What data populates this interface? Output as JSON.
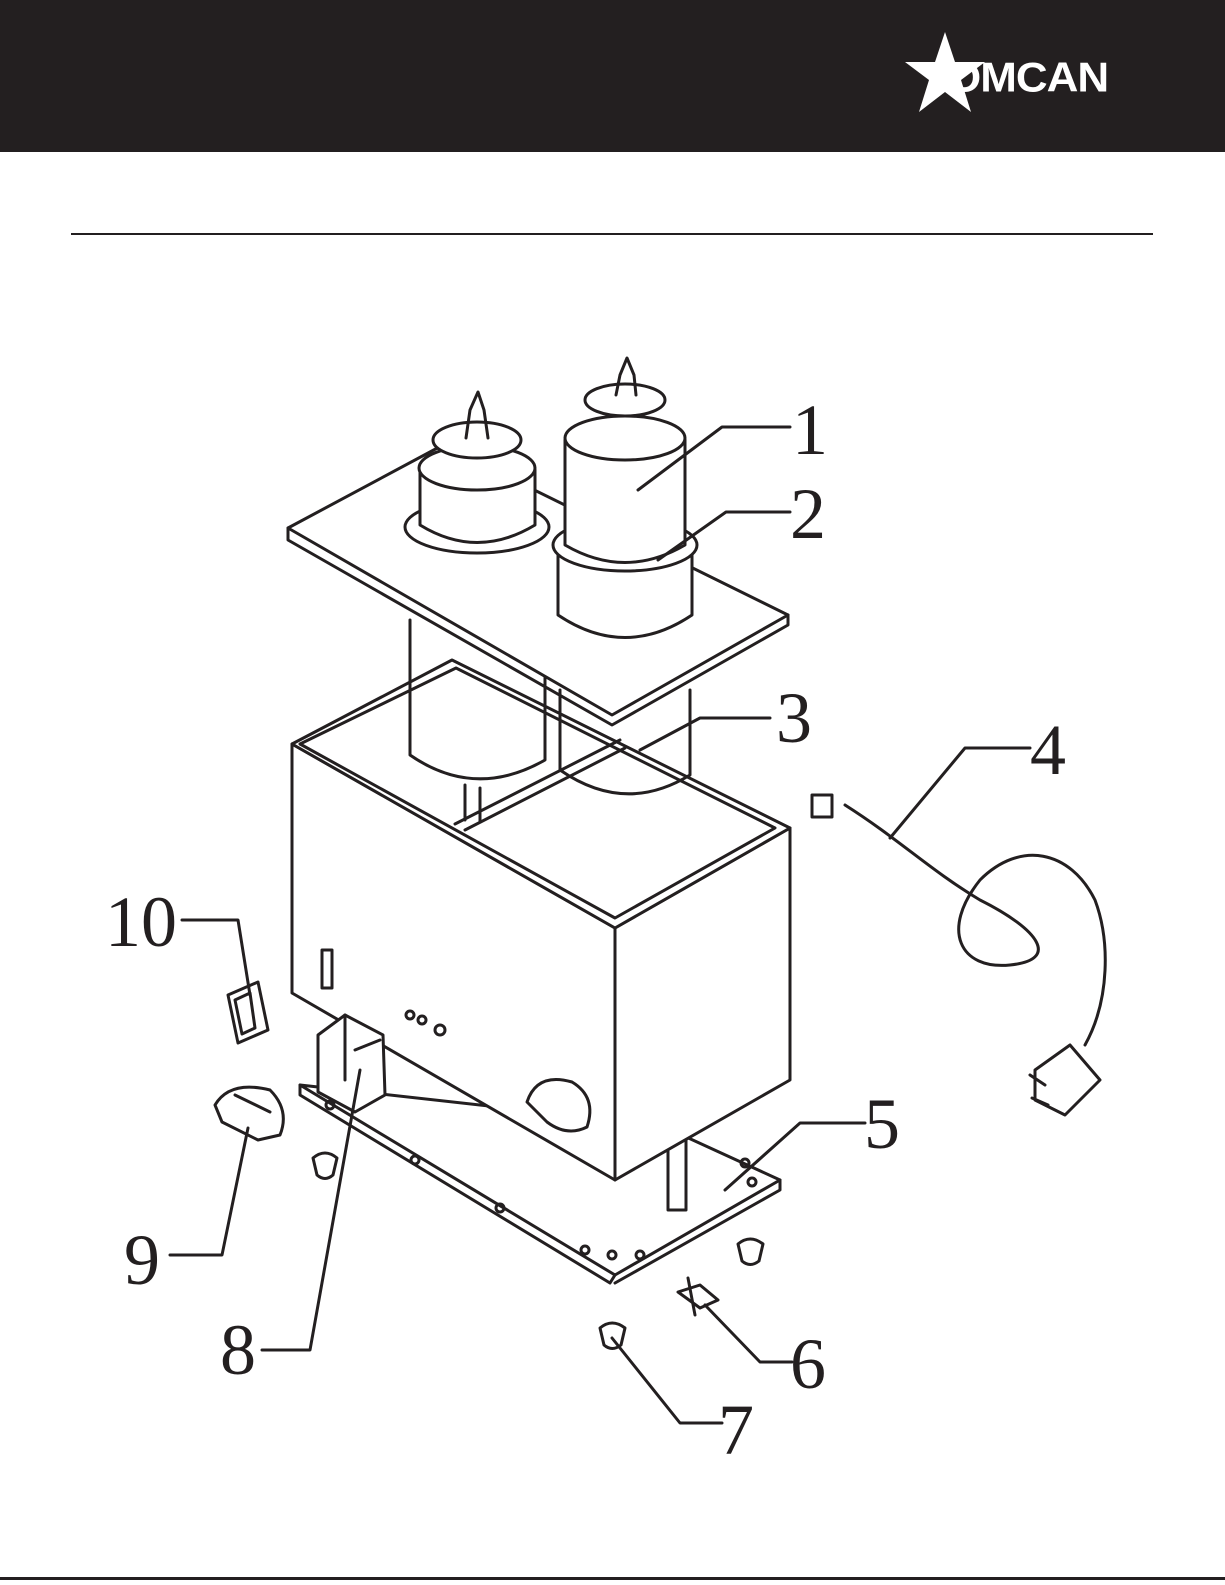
{
  "header": {
    "brand": "OMCAN",
    "background": "#231f20",
    "logo_icon": "star-logo"
  },
  "diagram": {
    "callouts": [
      {
        "label": "1",
        "part": "squeeze-bottle"
      },
      {
        "label": "2",
        "part": "bottle-ring"
      },
      {
        "label": "3",
        "part": "bottle-well"
      },
      {
        "label": "4",
        "part": "power-cord"
      },
      {
        "label": "5",
        "part": "base-plate"
      },
      {
        "label": "6",
        "part": "cord-clamp"
      },
      {
        "label": "7",
        "part": "rubber-foot"
      },
      {
        "label": "8",
        "part": "thermostat"
      },
      {
        "label": "9",
        "part": "control-knob"
      },
      {
        "label": "10",
        "part": "rocker-switch"
      }
    ]
  }
}
